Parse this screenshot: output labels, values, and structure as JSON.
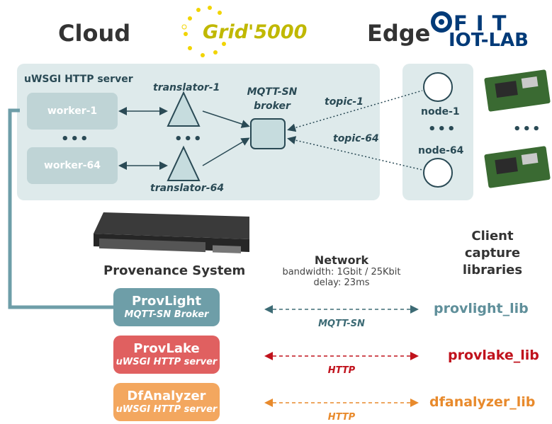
{
  "header": {
    "cloud": "Cloud",
    "edge": "Edge",
    "grid_logo": "Grid'5000",
    "fit_logo_top": "FIT",
    "fit_logo_bottom": "IOT-LAB"
  },
  "cloud_panel": {
    "server_title": "uWSGI HTTP server",
    "workers": [
      "worker-1",
      "worker-64"
    ],
    "translators": [
      "translator-1",
      "translator-64"
    ],
    "broker_label": [
      "MQTT-SN",
      "broker"
    ],
    "ellipsis": "•••"
  },
  "edge_panel": {
    "topics": [
      "topic-1",
      "topic-64"
    ],
    "nodes": [
      "node-1",
      "node-64"
    ],
    "ellipsis": "•••"
  },
  "provenance": {
    "title": "Provenance System",
    "systems": [
      {
        "name": "ProvLight",
        "sub": "MQTT-SN Broker",
        "color": "#6e9ea8"
      },
      {
        "name": "ProvLake",
        "sub": "uWSGI HTTP server",
        "color": "#e06060"
      },
      {
        "name": "DfAnalyzer",
        "sub": "uWSGI HTTP server",
        "color": "#f3a75f"
      }
    ]
  },
  "network": {
    "title": "Network",
    "bandwidth": "bandwidth: 1Gbit / 25Kbit",
    "delay": "delay: 23ms",
    "protocols": [
      {
        "label": "MQTT-SN",
        "color": "#3d6b75"
      },
      {
        "label": "HTTP",
        "color": "#c0121c"
      },
      {
        "label": "HTTP",
        "color": "#e88a2c"
      }
    ]
  },
  "clients": {
    "title": [
      "Client",
      "capture",
      "libraries"
    ],
    "libs": [
      {
        "label": "provlight_lib",
        "color": "#5f8f9a"
      },
      {
        "label": "provlake_lib",
        "color": "#c0121c"
      },
      {
        "label": "dfanalyzer_lib",
        "color": "#e88a2c"
      }
    ]
  }
}
